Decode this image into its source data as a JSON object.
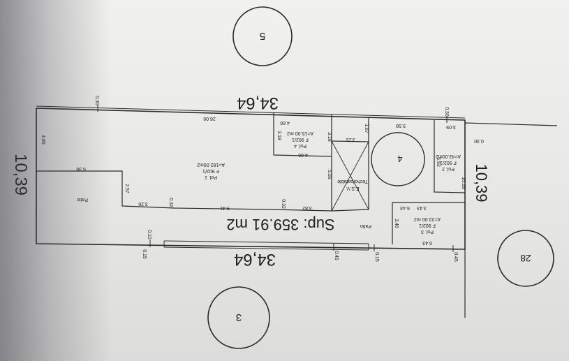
{
  "lot": {
    "length_top": "34,64",
    "length_bottom": "34,64",
    "width_left": "10,39",
    "width_right": "10,39",
    "area_label": "Sup: 359.91 m2"
  },
  "neighbors": [
    {
      "number": "5"
    },
    {
      "number": "3"
    },
    {
      "number": "28"
    }
  ],
  "parcels": {
    "p1": {
      "name": "Pol. 1",
      "ref": "F 902/1",
      "area": "A=182.00m2"
    },
    "p4": {
      "name": "Pol. 4",
      "ref": "F 902/1",
      "area": "A=15.00 m2"
    },
    "p2": {
      "name": "Pol. 2",
      "ref": "F 902/1",
      "area": "A=43.00m2"
    },
    "p3": {
      "name": "Pol. 3",
      "ref": "F 902/1",
      "area": "A=22.00 m2"
    }
  },
  "labels": {
    "patio_left": "Patio",
    "patio_right": "Patio",
    "roof": "Techo/patable",
    "esv": "E.S.V.",
    "tank_number": "4"
  },
  "dims": {
    "d0_30_tl": "0.30",
    "d4_85": "4.85",
    "d26_06": "26.06",
    "d6_36": "6.36",
    "d2_57": "2.57",
    "d3_26": "3.26",
    "d0_32a": "0.32",
    "d9_41": "9.41",
    "d0_32b": "0.32",
    "d3_82": "3.82",
    "d4_66a": "4.66",
    "d3_18a": "3.18",
    "d4_66b": "4.66",
    "d3_18b": "3.18",
    "d1_87": "1.87",
    "d3_21": "3.21",
    "d5_55": "5.55",
    "d5_58": "5.58",
    "d0_30_tr": "0.30",
    "d3_09": "3.09",
    "d0_30_r": "0.30",
    "d5_93": "5.93",
    "d10_39_in": "10.39",
    "d6_43a": "6.43",
    "d3_43": "3.43",
    "d3_46": "3.46",
    "d6_43b": "6.43",
    "d0_10": "0.10",
    "d0_15a": "0.15",
    "d0_45a": "0.45",
    "d0_15b": "0.15",
    "d0_45b": "0.45"
  }
}
